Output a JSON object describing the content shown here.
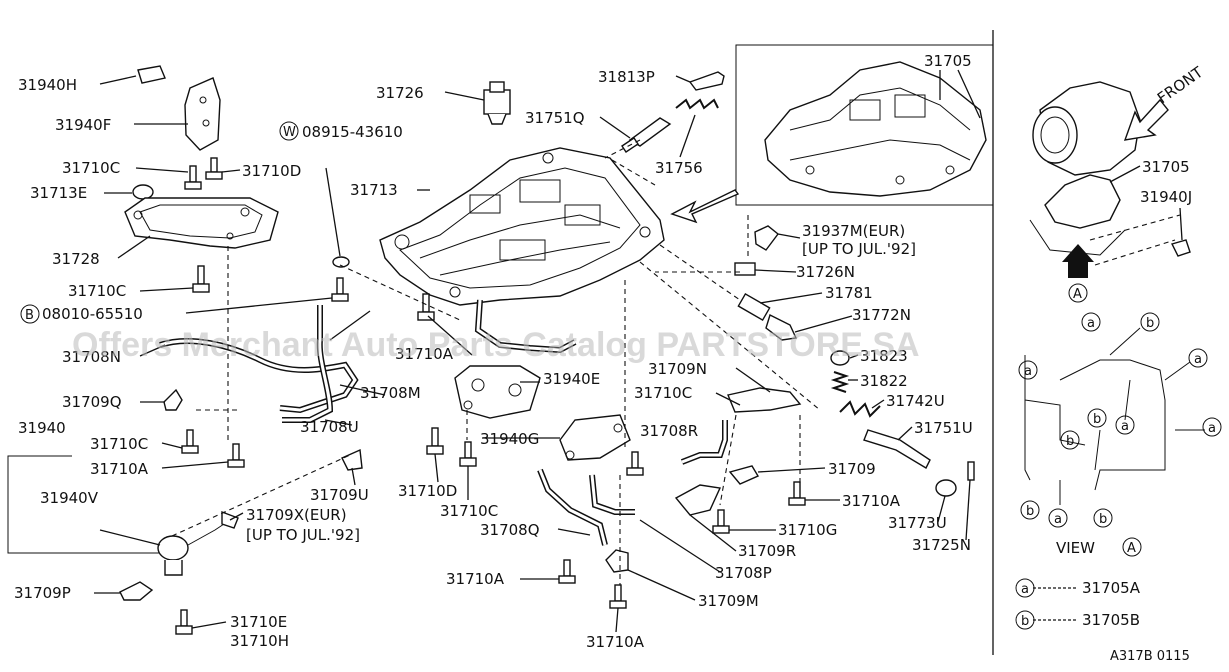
{
  "labels": {
    "p31940H": "31940H",
    "p31940F": "31940F",
    "p31710C_a": "31710C",
    "p31710D_a": "31710D",
    "p31713E": "31713E",
    "p31728": "31728",
    "p31710C_b": "31710C",
    "p08010": "08010-65510",
    "p31708N": "31708N",
    "p31709Q": "31709Q",
    "p31940": "31940",
    "p31710C_c": "31710C",
    "p31710A_a": "31710A",
    "p31940V": "31940V",
    "p31709P": "31709P",
    "p31710E": "31710E",
    "p31710H": "31710H",
    "p31726": "31726",
    "p08915": "08915-43610",
    "p31713": "31713",
    "p31710A_b": "31710A",
    "p31708M": "31708M",
    "p31708U": "31708U",
    "p31709U": "31709U",
    "p31709X": "31709X(EUR)",
    "p31709X_note": "[UP TO JUL.'92]",
    "p31940E": "31940E",
    "p31710D_b": "31710D",
    "p31710C_d": "31710C",
    "p31940G": "31940G",
    "p31708Q": "31708Q",
    "p31710A_c": "31710A",
    "p31710A_d": "31710A",
    "p31709M": "31709M",
    "p31708P": "31708P",
    "p31813P": "31813P",
    "p31751Q": "31751Q",
    "p31756": "31756",
    "p31705_a": "31705",
    "p31937M": "31937M(EUR)",
    "p31937M_note": "[UP TO JUL.'92]",
    "p31726N": "31726N",
    "p31781": "31781",
    "p31772N": "31772N",
    "p31823": "31823",
    "p31822": "31822",
    "p31742U": "31742U",
    "p31751U": "31751U",
    "p31709N": "31709N",
    "p31710C_e": "31710C",
    "p31708R": "31708R",
    "p31709": "31709",
    "p31710A_e": "31710A",
    "p31710G": "31710G",
    "p31709R": "31709R",
    "p31773U": "31773U",
    "p31725N": "31725N",
    "p31705_b": "31705",
    "p31940J": "31940J",
    "front": "FRONT",
    "view": "VIEW",
    "viewA_circle": "A",
    "arrowA": "A",
    "circleW": "W",
    "circleB": "B",
    "legend_a_sym": "a",
    "legend_a_val": "31705A",
    "legend_b_sym": "b",
    "legend_b_val": "31705B",
    "code": "A317B 0115",
    "watermark": "Offers Merchant Auto Parts Catalog PARTSTORE.SA"
  }
}
